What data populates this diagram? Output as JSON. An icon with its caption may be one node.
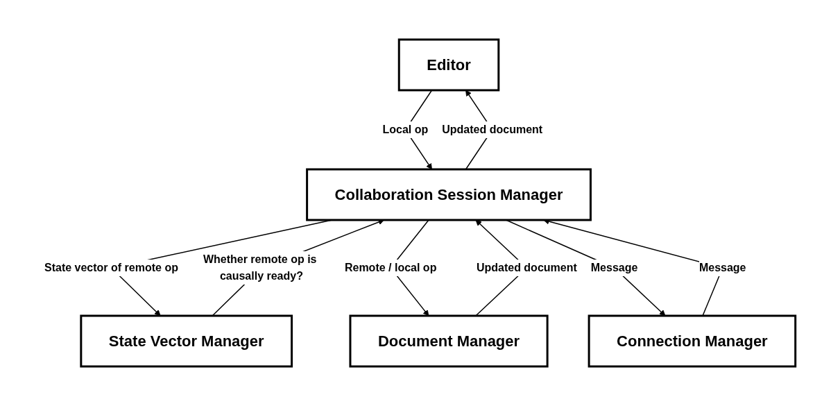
{
  "diagram": {
    "nodes": [
      {
        "text": [
          "Editor"
        ]
      },
      {
        "text": [
          "Collaboration Session Manager"
        ]
      },
      {
        "text": [
          "State Vector Manager"
        ]
      },
      {
        "text": [
          "Document Manager"
        ]
      },
      {
        "text": [
          "Connection Manager"
        ]
      }
    ],
    "edges": [
      {
        "from": 0,
        "to": 1,
        "arrow": "to",
        "label": "Local op"
      },
      {
        "from": 1,
        "to": 0,
        "arrow": "to",
        "label": "Updated document"
      },
      {
        "from": 1,
        "to": 2,
        "arrow": "to",
        "label": "State vector of remote op"
      },
      {
        "from": 2,
        "to": 1,
        "arrow": "to",
        "label": "Whether remote op is causally ready?"
      },
      {
        "from": 1,
        "to": 3,
        "arrow": "to",
        "label": "Remote / local op"
      },
      {
        "from": 3,
        "to": 1,
        "arrow": "to",
        "label": "Updated document"
      },
      {
        "from": 1,
        "to": 4,
        "arrow": "to",
        "label": "Message"
      },
      {
        "from": 4,
        "to": 1,
        "arrow": "to",
        "label": "Message"
      }
    ]
  }
}
